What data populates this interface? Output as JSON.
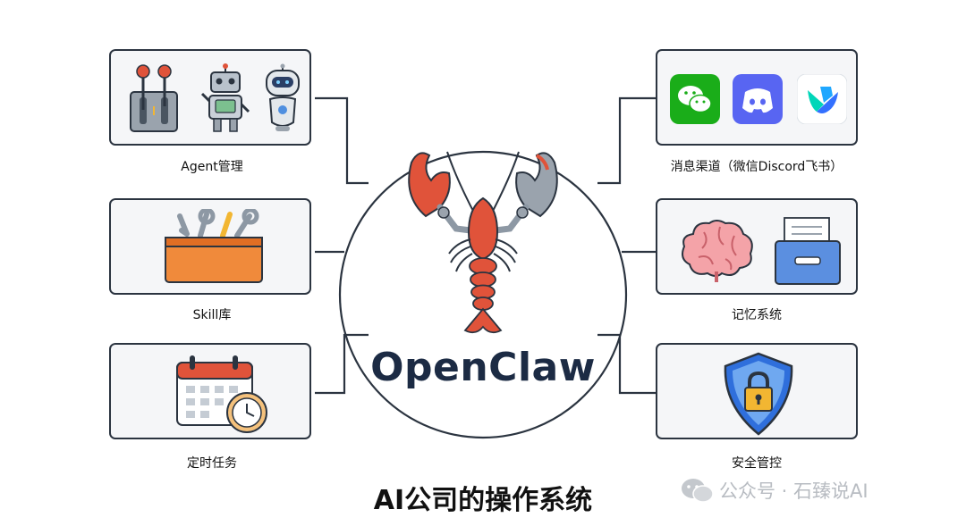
{
  "modules": {
    "agent": {
      "label": "Agent管理"
    },
    "skills": {
      "label": "Skill库"
    },
    "schedule": {
      "label": "定时任务"
    },
    "channels": {
      "label": "消息渠道（微信Discord飞书）"
    },
    "memory": {
      "label": "记忆系统"
    },
    "security": {
      "label": "安全管控"
    }
  },
  "center": {
    "title": "OpenClaw"
  },
  "caption": "AI公司的操作系统",
  "watermark": "公众号 · 石臻说AI",
  "icons": {
    "agent": [
      "control-levers-icon",
      "robot-icon",
      "android-assistant-icon"
    ],
    "skills": [
      "toolbox-icon"
    ],
    "schedule": [
      "calendar-clock-icon"
    ],
    "channels": [
      "wechat-icon",
      "discord-icon",
      "feishu-icon"
    ],
    "memory": [
      "brain-icon",
      "file-drawer-icon"
    ],
    "security": [
      "shield-lock-icon"
    ],
    "center": [
      "lobster-icon"
    ]
  },
  "colors": {
    "card_border": "#2b3440",
    "card_fill": "#f5f6f8",
    "title": "#1c2b44",
    "lobster": "#e0533a",
    "wechat": "#1aad19",
    "discord": "#5865f2",
    "shield": "#2f6fdc",
    "lock": "#f2b632"
  }
}
